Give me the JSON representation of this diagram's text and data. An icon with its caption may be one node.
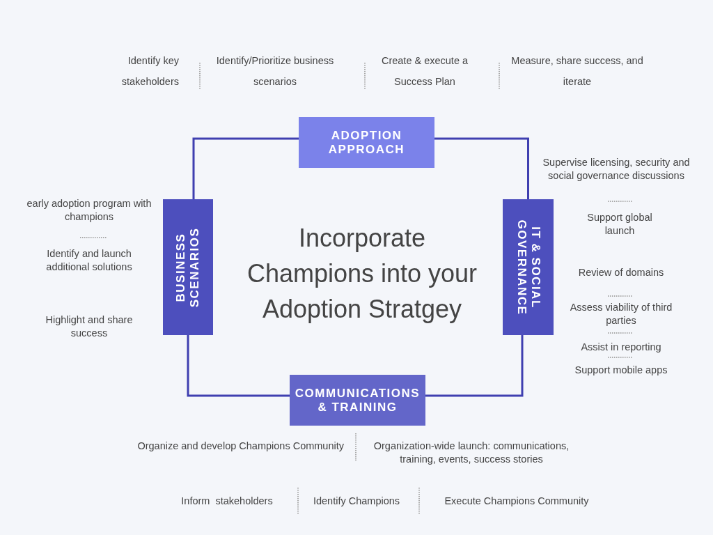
{
  "diagram": {
    "title": "Incorporate Champions into your Adoption Stratgey",
    "nodes": [
      {
        "text": [
          "ADOPTION APPROACH"
        ]
      },
      {
        "text": [
          "BUSINESS SCENARIOS"
        ]
      },
      {
        "text": [
          "IT & SOCIAL GOVERNANCE"
        ]
      },
      {
        "text": [
          "COMMUNICATIONS & TRAINING"
        ]
      }
    ],
    "edges": [
      {
        "from": 0,
        "to": 2,
        "arrow": "none"
      },
      {
        "from": 2,
        "to": 3,
        "arrow": "none"
      },
      {
        "from": 3,
        "to": 1,
        "arrow": "none"
      },
      {
        "from": 1,
        "to": 0,
        "arrow": "none"
      }
    ],
    "labels": [
      "Identify key stakeholders",
      "Identify/Prioritize business scenarios",
      "Create & execute a Success Plan",
      "Measure, share success, and iterate",
      "early adoption program with champions",
      "Identify and launch additional solutions",
      "Highlight and share success",
      "Supervise licensing, security and social governance discussions",
      "Support global launch",
      "Review of domains",
      "Assess viability of third parties",
      "Assist in reporting",
      "Support mobile apps",
      "Organize and develop Champions Community",
      "Organization-wide launch: communications, training, events, success stories",
      "Inform  stakeholders",
      "Identify Champions",
      "Execute Champions Community"
    ]
  }
}
